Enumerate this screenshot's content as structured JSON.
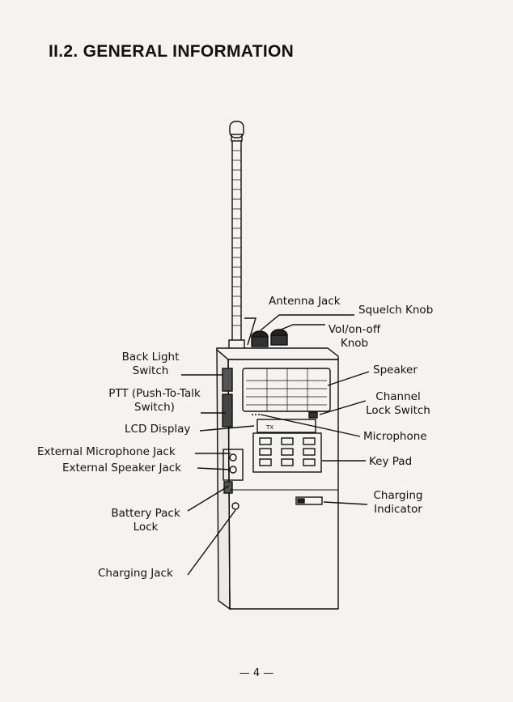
{
  "heading": "II.2. GENERAL INFORMATION",
  "labels": {
    "antenna_jack": "Antenna Jack",
    "squelch_knob": "Squelch Knob",
    "vol_line1": "Vol/on-off",
    "vol_line2": "Knob",
    "back_light_line1": "Back Light",
    "back_light_line2": "Switch",
    "ptt_line1": "PTT (Push-To-Talk",
    "ptt_line2": "Switch)",
    "lcd_display": "LCD Display",
    "speaker": "Speaker",
    "channel_lock_line1": "Channel",
    "channel_lock_line2": "Lock Switch",
    "microphone": "Microphone",
    "ext_mic_jack": "External Microphone  Jack",
    "ext_speaker_jack": "External Speaker  Jack",
    "key_pad": "Key Pad",
    "battery_lock_line1": "Battery Pack",
    "battery_lock_line2": "Lock",
    "charging_indicator_line1": "Charging",
    "charging_indicator_line2": "Indicator",
    "charging_jack": "Charging Jack"
  },
  "page_number": "— 4 —",
  "colors": {
    "ink": "#111111",
    "paper": "#f4f3ef",
    "bleed": "#b8b6b0"
  }
}
